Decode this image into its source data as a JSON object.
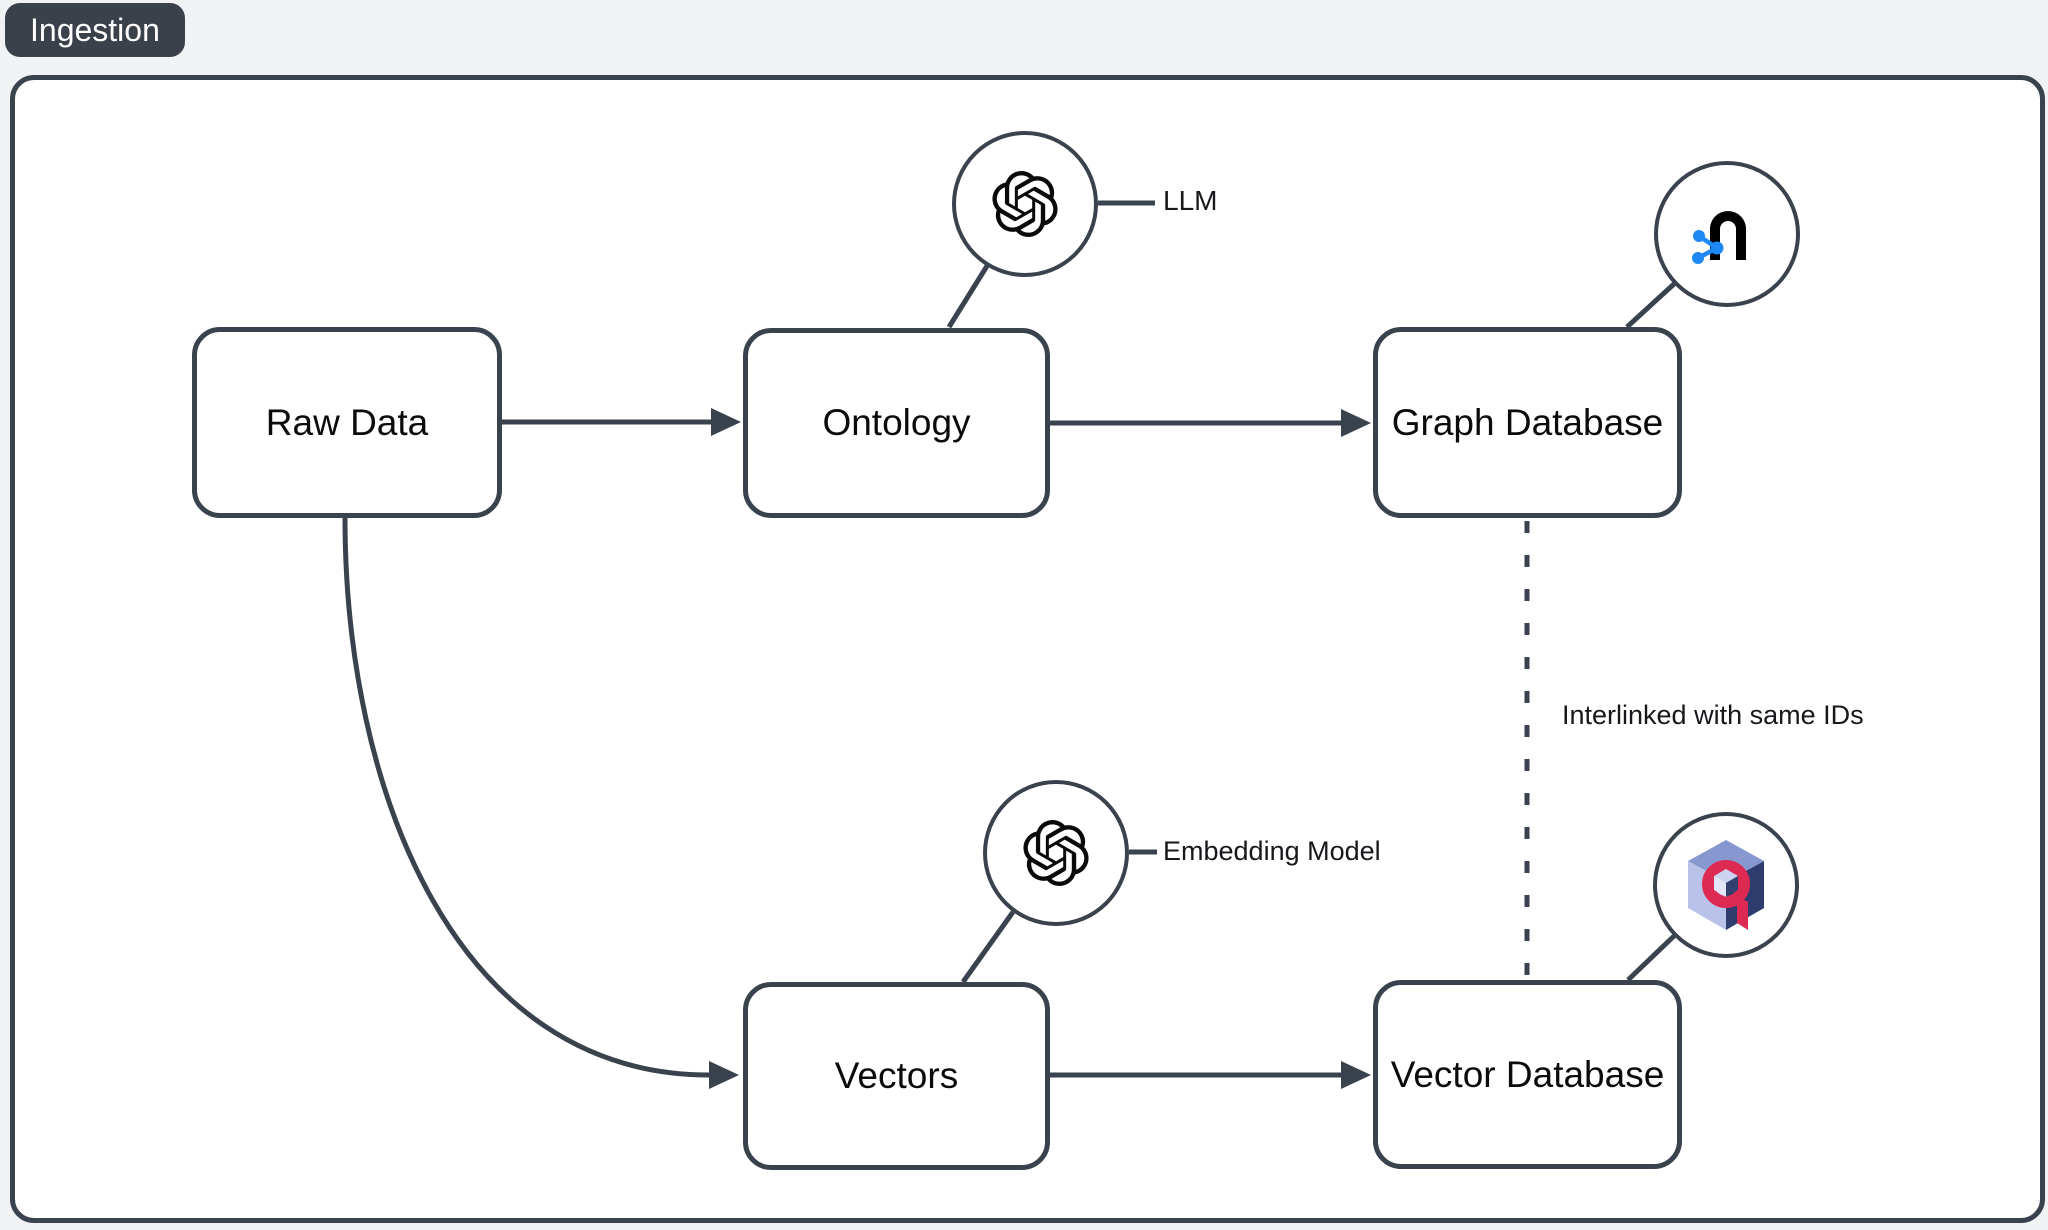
{
  "badge": {
    "label": "Ingestion"
  },
  "nodes": {
    "raw_data": {
      "label": "Raw Data"
    },
    "ontology": {
      "label": "Ontology"
    },
    "graph_database": {
      "label": "Graph Database"
    },
    "vectors": {
      "label": "Vectors"
    },
    "vector_database": {
      "label": "Vector Database"
    }
  },
  "annotations": {
    "llm": "LLM",
    "embedding_model": "Embedding Model",
    "interlinked": "Interlinked with same IDs"
  },
  "icons": {
    "llm_circle": "openai-logo",
    "embedding_circle": "openai-logo",
    "graph_db_circle": "neo4j-logo",
    "vector_db_circle": "qdrant-logo"
  },
  "edges": [
    {
      "from": "Raw Data",
      "to": "Ontology",
      "style": "solid-arrow"
    },
    {
      "from": "Ontology",
      "to": "Graph Database",
      "style": "solid-arrow"
    },
    {
      "from": "Raw Data",
      "to": "Vectors",
      "style": "curved-arrow"
    },
    {
      "from": "Vectors",
      "to": "Vector Database",
      "style": "solid-arrow"
    },
    {
      "from": "Graph Database",
      "to": "Vector Database",
      "style": "dashed",
      "label": "Interlinked with same IDs"
    },
    {
      "from": "Ontology",
      "to": "LLM icon",
      "style": "plain"
    },
    {
      "from": "Vectors",
      "to": "Embedding Model icon",
      "style": "plain"
    },
    {
      "from": "Graph Database",
      "to": "Neo4j icon",
      "style": "plain"
    },
    {
      "from": "Vector Database",
      "to": "Qdrant icon",
      "style": "plain"
    }
  ],
  "colors": {
    "page_bg": "#f1f2f4",
    "canvas_bg": "#ffffff",
    "stroke": "#3a424d",
    "badge_bg": "#3a414b",
    "badge_text": "#ffffff",
    "node_text": "#0b0b0c",
    "openai_black": "#0a0a0a",
    "neo4j_blue": "#1e88f5",
    "qdrant_red": "#dc2a53",
    "qdrant_navy": "#2e3c6e",
    "qdrant_lavender": "#b9c3ea",
    "qdrant_periwinkle": "#8698cf"
  }
}
